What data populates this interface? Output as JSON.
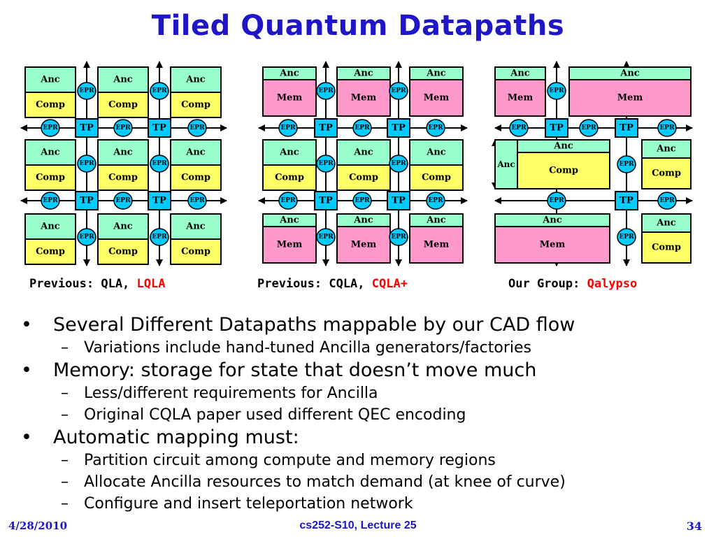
{
  "slide": {
    "title": "Tiled Quantum Datapaths",
    "captions": [
      {
        "prefix": "Previous: QLA, ",
        "highlight": "LQLA"
      },
      {
        "prefix": "Previous: CQLA, ",
        "highlight": "CQLA+"
      },
      {
        "prefix": "Our Group: ",
        "highlight": "Qalypso"
      }
    ],
    "bullets": [
      {
        "text": "Several Different Datapaths mappable by our CAD flow",
        "subs": [
          "Variations include hand-tuned Ancilla generators/factories"
        ]
      },
      {
        "text": "Memory: storage for state that doesn’t move much",
        "subs": [
          "Less/different requirements for Ancilla",
          "Original CQLA paper used different QEC encoding"
        ]
      },
      {
        "text": "Automatic mapping must:",
        "subs": [
          "Partition circuit among compute and memory regions",
          "Allocate Ancilla resources to match demand (at knee of curve)",
          "Configure and insert teleportation network"
        ]
      }
    ],
    "bullet_glyph": "•",
    "sub_glyph": "–",
    "footer": {
      "date": "4/28/2010",
      "center": "cs252-S10, Lecture 25",
      "page": "34"
    }
  },
  "diagram_labels": {
    "anc": "Anc",
    "comp": "Comp",
    "mem": "Mem",
    "epr": "EPR",
    "tp": "TP"
  },
  "colors": {
    "anc": "#99ffcc",
    "comp": "#ffff66",
    "mem": "#ff99cc",
    "epr": "#00ccff",
    "tp": "#00ccff",
    "title": "#1f16c8",
    "highlight": "#ff0000"
  }
}
